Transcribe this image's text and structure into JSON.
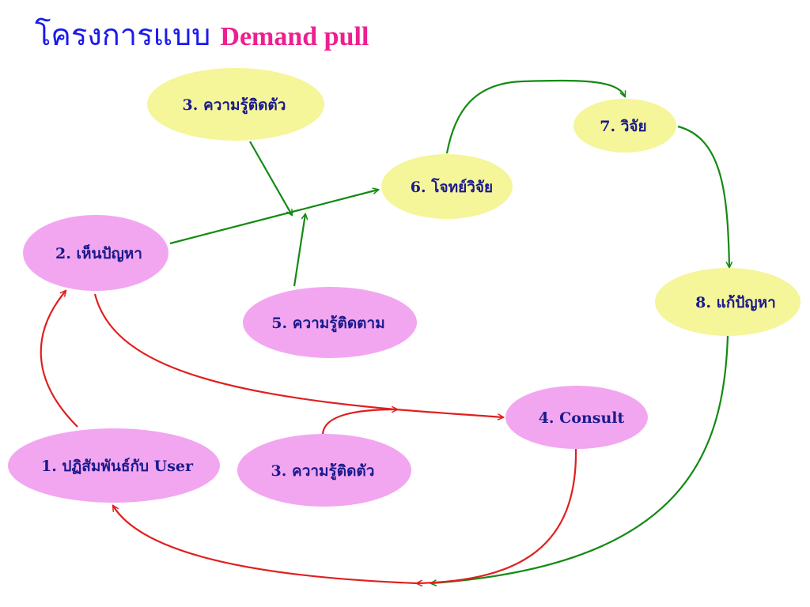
{
  "title": {
    "thai": "โครงการแบบ",
    "english": "Demand pull"
  },
  "colors": {
    "title_thai": "#1a1aee",
    "title_english": "#ee1f8f",
    "node_yellow": "#f5f59a",
    "node_pink": "#f2a6f0",
    "label_text": "#1a1a8c",
    "arrow_green": "#138a13",
    "arrow_red": "#e01f1f"
  },
  "nodes": [
    {
      "id": "n1",
      "label": "1. ปฏิสัมพันธ์กับ User",
      "fill": "pink"
    },
    {
      "id": "n2",
      "label": "2. เห็นปัญหา",
      "fill": "pink"
    },
    {
      "id": "n3a",
      "label": "3. ความรู้ติดตัว",
      "fill": "yellow"
    },
    {
      "id": "n3b",
      "label": "3. ความรู้ติดตัว",
      "fill": "pink"
    },
    {
      "id": "n4",
      "label": "4. Consult",
      "fill": "pink"
    },
    {
      "id": "n5",
      "label": "5. ความรู้ติดตาม",
      "fill": "pink"
    },
    {
      "id": "n6",
      "label": "6. โจทย์วิจัย",
      "fill": "yellow"
    },
    {
      "id": "n7",
      "label": "7. วิจัย",
      "fill": "yellow"
    },
    {
      "id": "n8",
      "label": "8. แก้ปัญหา",
      "fill": "yellow"
    }
  ],
  "edges": [
    {
      "id": "e-2-6",
      "color": "green"
    },
    {
      "id": "e-3a-6",
      "color": "green"
    },
    {
      "id": "e-5-6",
      "color": "green"
    },
    {
      "id": "e-6-7",
      "color": "green"
    },
    {
      "id": "e-7-8",
      "color": "green"
    },
    {
      "id": "e-8-bottom",
      "color": "green"
    },
    {
      "id": "e-1-2",
      "color": "red"
    },
    {
      "id": "e-2-4",
      "color": "red"
    },
    {
      "id": "e-3b-4",
      "color": "red"
    },
    {
      "id": "e-4-bottom",
      "color": "red"
    },
    {
      "id": "e-bottom-1",
      "color": "red"
    }
  ]
}
